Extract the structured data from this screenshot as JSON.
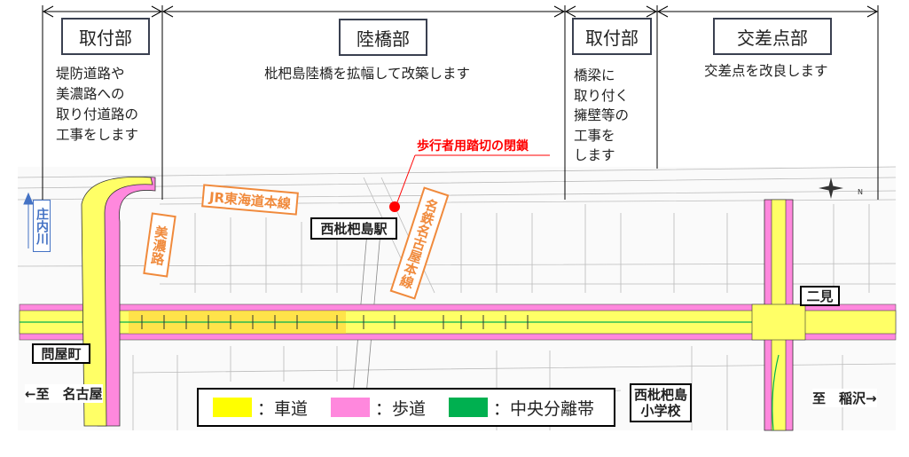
{
  "sections": [
    {
      "title": "取付部",
      "description": "堤防道路や\n美濃路への\n取り付道路の\n工事をします"
    },
    {
      "title": "陸橋部",
      "description": "枇杷島陸橋を拡幅して改築します"
    },
    {
      "title": "取付部",
      "description": "橋梁に\n取り付く\n擁壁等の\n工事を\nします"
    },
    {
      "title": "交差点部",
      "description": "交差点を改良します"
    }
  ],
  "callout": {
    "text": "歩行者用踏切の閉鎖",
    "color": "#ff0000"
  },
  "map_labels": {
    "station": "西枇杷島駅",
    "intersection_east": "二見",
    "intersection_west": "問屋町",
    "school": "西枇杷島\n小学校",
    "to_west": "←至　名古屋",
    "to_east": "至　稲沢→",
    "river": "庄内川",
    "jr_line": "JR東海道本線",
    "old_road": "美濃路",
    "meitetsu_line": "名鉄名古屋本線"
  },
  "legend": [
    {
      "label": "：車道",
      "color": "#ffff00"
    },
    {
      "label": "：歩道",
      "color": "#ff88dd"
    },
    {
      "label": "：中央分離帯",
      "color": "#00b050"
    }
  ],
  "colors": {
    "roadway": "#ffff00",
    "sidewalk": "#ff88dd",
    "median": "#00b050",
    "label_orange": "#f08a3c",
    "river_blue": "#4472c4"
  },
  "compass": "compass-rose-icon"
}
